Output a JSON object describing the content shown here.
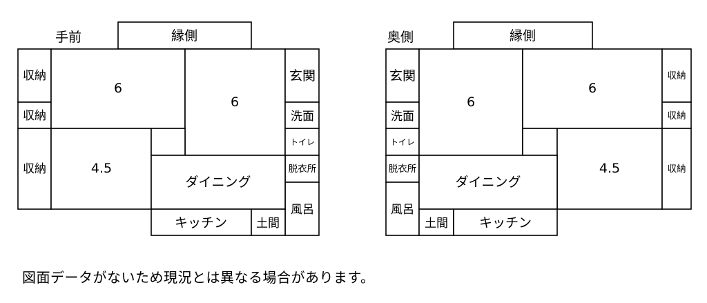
{
  "floor_plans": {
    "front": {
      "title": "手前",
      "rooms": {
        "engawa": "縁側",
        "storage_1": "収納",
        "storage_2": "収納",
        "storage_3": "収納",
        "room_6_left": "6",
        "room_6_right": "6",
        "room_4_5": "4.5",
        "entrance": "玄関",
        "washroom": "洗面",
        "toilet": "トイレ",
        "dressing": "脱衣所",
        "bath": "風呂",
        "dining": "ダイニング",
        "kitchen": "キッチン",
        "doma": "土間"
      }
    },
    "back": {
      "title": "奥側",
      "rooms": {
        "engawa": "縁側",
        "entrance": "玄関",
        "washroom": "洗面",
        "toilet": "トイレ",
        "dressing": "脱衣所",
        "bath": "風呂",
        "room_6_left": "6",
        "room_6_right": "6",
        "room_4_5": "4.5",
        "storage_1": "収納",
        "storage_2": "収納",
        "storage_3": "収納",
        "dining": "ダイニング",
        "kitchen": "キッチン",
        "doma": "土間"
      }
    }
  },
  "note": "図面データがないため現況とは異なる場合があります。"
}
